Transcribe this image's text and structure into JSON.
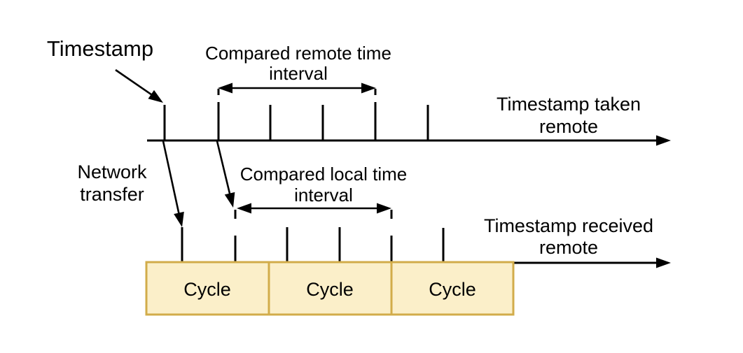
{
  "diagram": {
    "title_label": "Timestamp",
    "network_transfer": {
      "line1": "Network",
      "line2": "transfer"
    },
    "remote_interval": {
      "line1": "Compared remote time",
      "line2": "interval"
    },
    "local_interval": {
      "line1": "Compared local time",
      "line2": "interval"
    },
    "top_axis": {
      "line1": "Timestamp taken",
      "line2": "remote"
    },
    "bottom_axis": {
      "line1": "Timestamp received",
      "line2": "remote"
    },
    "cycle_boxes": [
      {
        "label": "Cycle"
      },
      {
        "label": "Cycle"
      },
      {
        "label": "Cycle"
      }
    ],
    "colors": {
      "line": "#000000",
      "text": "#000000",
      "cycle_fill": "#FBEFC9",
      "cycle_border": "#D2AC4A",
      "background": "#FFFFFF"
    }
  }
}
